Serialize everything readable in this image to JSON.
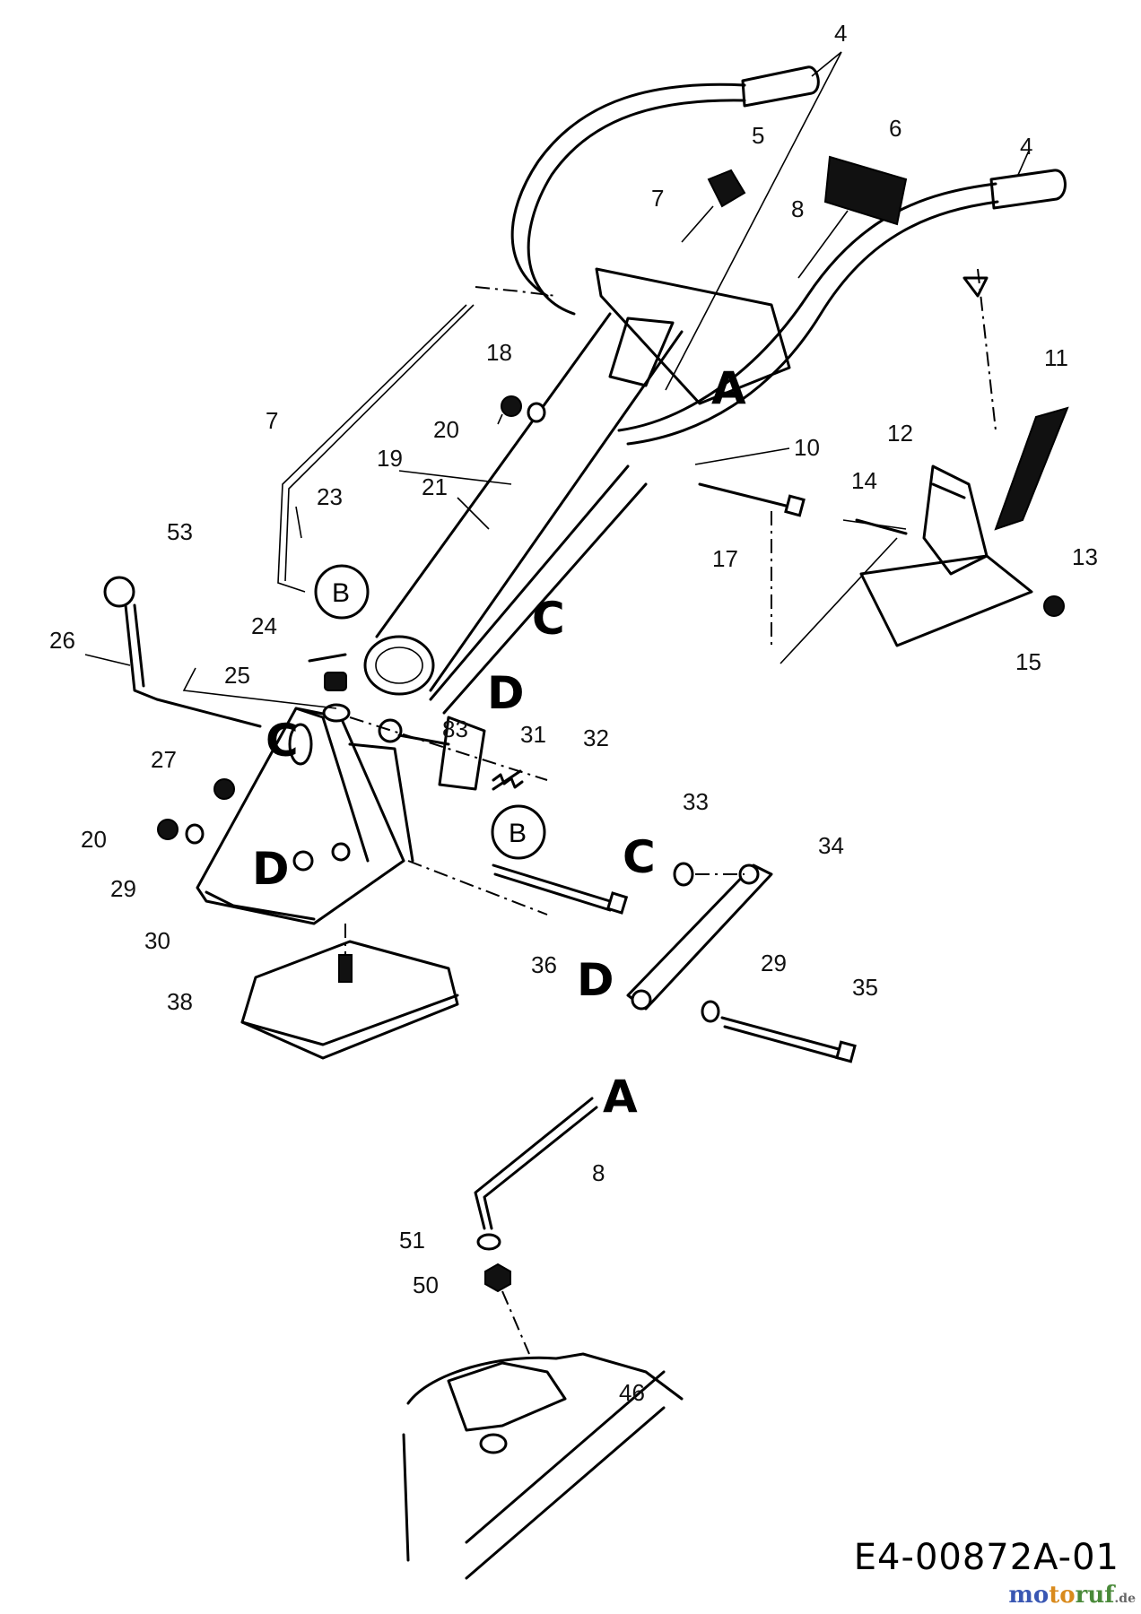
{
  "part_numbers": [
    "4",
    "5",
    "6",
    "7",
    "4",
    "8",
    "11",
    "18",
    "20",
    "7",
    "19",
    "10",
    "12",
    "21",
    "14",
    "13",
    "23",
    "17",
    "15",
    "53",
    "26",
    "24",
    "25",
    "83",
    "31",
    "32",
    "27",
    "33",
    "20",
    "34",
    "29",
    "30",
    "36",
    "29",
    "35",
    "38",
    "8",
    "51",
    "50",
    "46"
  ],
  "reference_letters": [
    "A",
    "C",
    "D",
    "C",
    "C",
    "D",
    "D",
    "A"
  ],
  "circle_letters": [
    "B",
    "B"
  ],
  "document_id": "E4-00872A-01",
  "watermark": {
    "part_1": "mo",
    "part_2": "to",
    "part_3": "ruf",
    "tld": ".de"
  }
}
